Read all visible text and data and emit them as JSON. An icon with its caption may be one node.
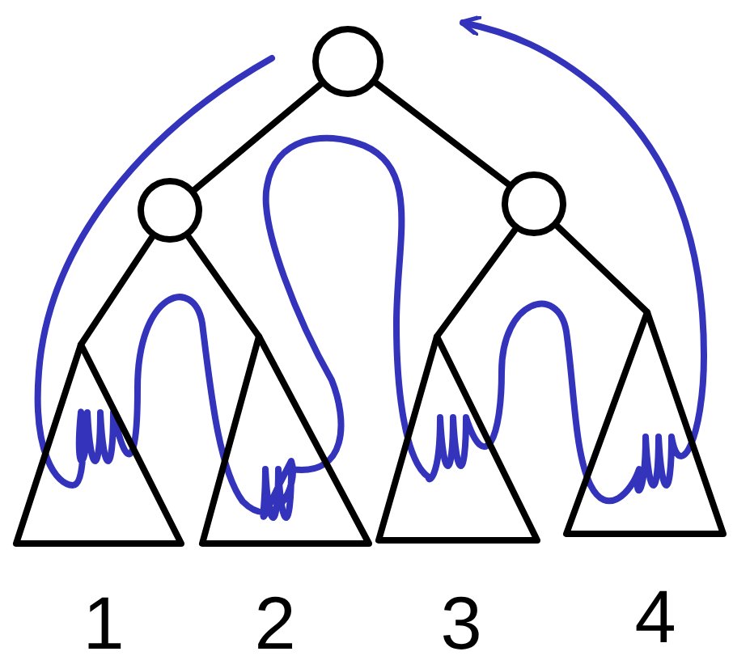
{
  "diagram": {
    "nodes": [
      {
        "text": [],
        "shape": "circle"
      },
      {
        "text": [],
        "shape": "circle"
      },
      {
        "text": [],
        "shape": "circle"
      },
      {
        "text": [],
        "shape": "triangle",
        "beside": [
          "1"
        ]
      },
      {
        "text": [],
        "shape": "triangle",
        "beside": [
          "2"
        ]
      },
      {
        "text": [],
        "shape": "triangle",
        "beside": [
          "3"
        ]
      },
      {
        "text": [],
        "shape": "triangle",
        "beside": [
          "4"
        ]
      }
    ],
    "edges": [
      {
        "from": 0,
        "to": 1,
        "arrow": "none"
      },
      {
        "from": 0,
        "to": 2,
        "arrow": "none"
      },
      {
        "from": 1,
        "to": 3,
        "arrow": "none"
      },
      {
        "from": 1,
        "to": 4,
        "arrow": "none"
      },
      {
        "from": 2,
        "to": 5,
        "arrow": "none"
      },
      {
        "from": 2,
        "to": 6,
        "arrow": "none"
      }
    ]
  }
}
